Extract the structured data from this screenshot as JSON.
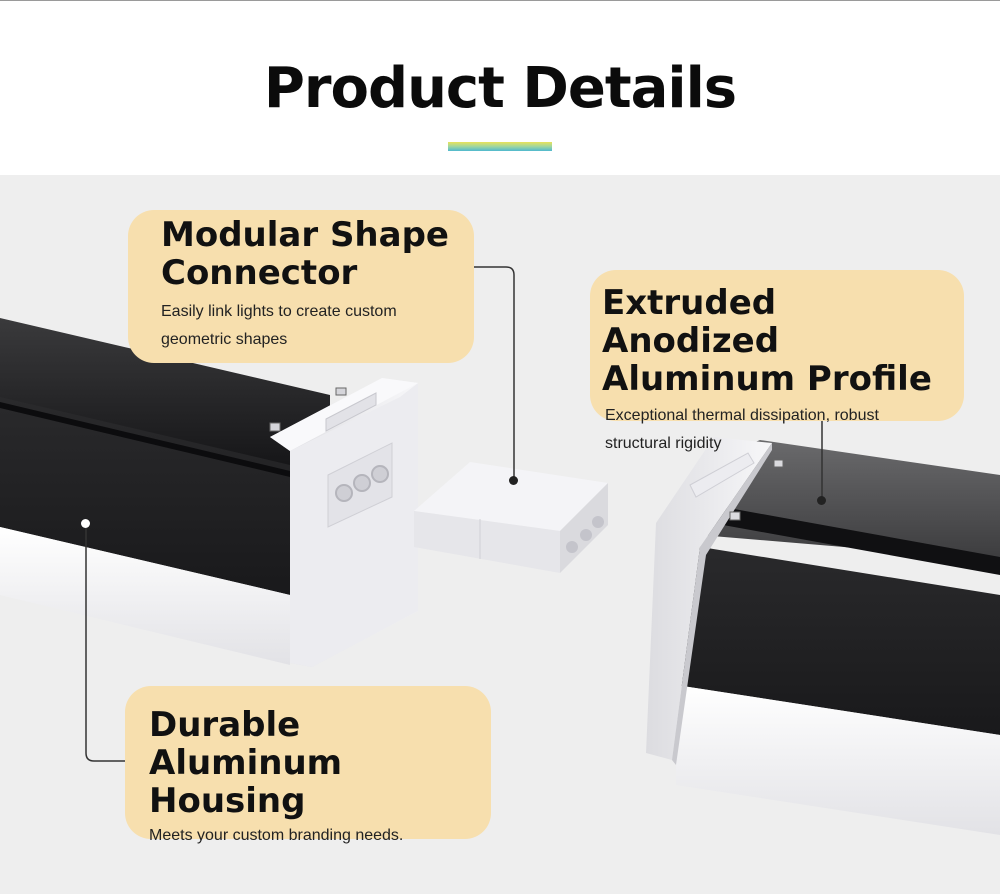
{
  "header": {
    "title": "Product Details"
  },
  "callouts": {
    "connector": {
      "title_line1": "Modular Shape",
      "title_line2": "Connector",
      "desc": "Easily link lights to create custom geometric shapes"
    },
    "profile": {
      "title_line1": "Extruded Anodized",
      "title_line2": "Aluminum Profile",
      "desc": "Exceptional thermal dissipation, robust structural rigidity"
    },
    "housing": {
      "title_line1": "Durable Aluminum",
      "title_line2": "Housing",
      "desc": "Meets your custom branding needs."
    }
  },
  "colors": {
    "callout_bg": "#f7dfae",
    "stage_bg": "#eeeeee",
    "housing_black": "#1d1d1f",
    "diffuser_white": "#f4f4f6",
    "accent_gradient": [
      "#e9e25a",
      "#9fd6a0",
      "#4fb8cf"
    ]
  }
}
